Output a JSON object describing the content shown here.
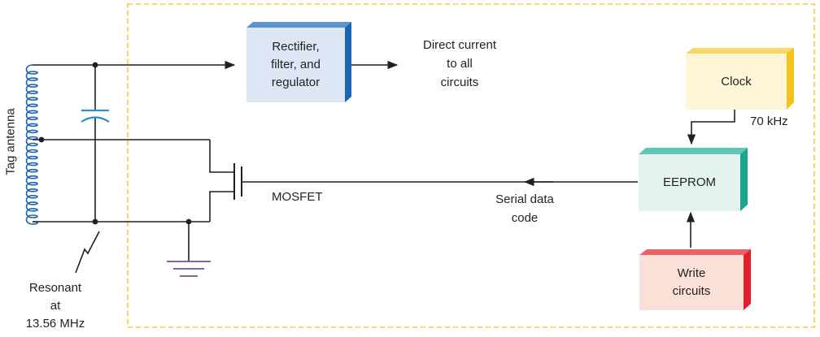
{
  "labels": {
    "tag_antenna": "Tag antenna",
    "resonant": "Resonant",
    "at": "at",
    "frequency": "13.56 MHz",
    "direct_current_1": "Direct current",
    "direct_current_2": "to all",
    "direct_current_3": "circuits",
    "mosfet": "MOSFET",
    "serial_1": "Serial data",
    "serial_2": "code",
    "clock_freq": "70 kHz"
  },
  "blocks": {
    "rectifier_1": "Rectifier,",
    "rectifier_2": "filter, and",
    "rectifier_3": "regulator",
    "clock": "Clock",
    "eeprom": "EEPROM",
    "write_1": "Write",
    "write_2": "circuits"
  },
  "colors": {
    "wire": "#231f20",
    "chip_border": "#f5c842",
    "rectifier_face": "#dce6f4",
    "rectifier_edge": "#1f64b0",
    "clock_face": "#fff6d8",
    "clock_edge": "#f4c21c",
    "eeprom_face": "#e4f3ee",
    "eeprom_edge": "#1aa68c",
    "write_face": "#fbe0d8",
    "write_edge": "#e0212b",
    "capacitor": "#2b8fd0",
    "antenna_coil": "#1f64b0",
    "ground": "#7a4f9a"
  }
}
